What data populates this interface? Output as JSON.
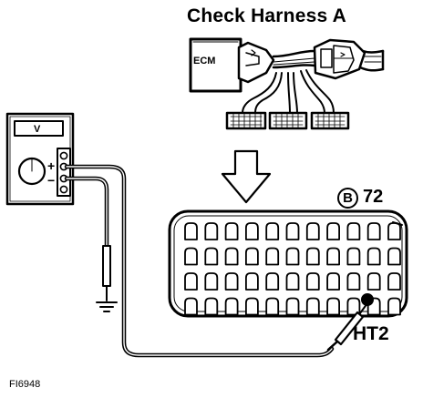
{
  "diagram": {
    "title": "Check Harness A",
    "ecm_label": "ECM",
    "meter": {
      "display_label": "V",
      "plus_label": "+",
      "minus_label": "−"
    },
    "connector": {
      "id_letter": "B",
      "pin_number": "72",
      "terminal_label": "HT2"
    },
    "figure_code": "FI6948"
  }
}
